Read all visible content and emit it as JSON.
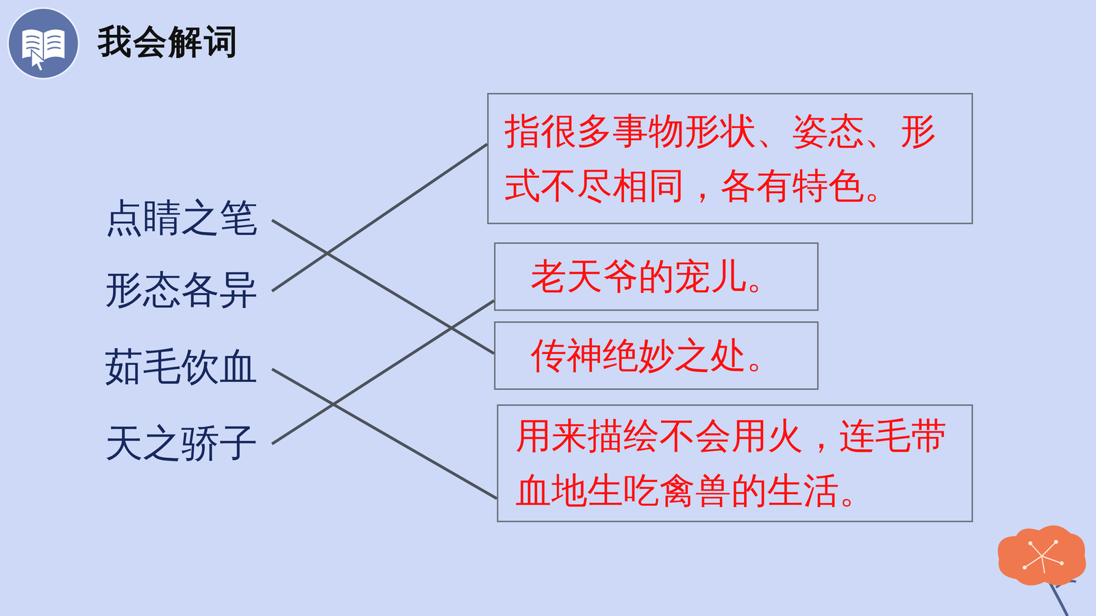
{
  "diagram": {
    "title": "我会解词",
    "nodes": [
      {
        "text": [
          "点睛之笔"
        ]
      },
      {
        "text": [
          "形态各异"
        ]
      },
      {
        "text": [
          "茹毛饮血"
        ]
      },
      {
        "text": [
          "天之骄子"
        ]
      },
      {
        "text": [
          "指很多事物形状、姿态、形式不尽相同，各有特色。"
        ]
      },
      {
        "text": [
          "老天爷的宠儿。"
        ]
      },
      {
        "text": [
          "传神绝妙之处。"
        ]
      },
      {
        "text": [
          "用来描绘不会用火，连毛带血地生吃禽兽的生活。"
        ]
      }
    ],
    "edges": [
      {
        "from": 0,
        "to": 6,
        "arrow": "none"
      },
      {
        "from": 1,
        "to": 4,
        "arrow": "none"
      },
      {
        "from": 2,
        "to": 7,
        "arrow": "none"
      },
      {
        "from": 3,
        "to": 5,
        "arrow": "none"
      }
    ]
  }
}
